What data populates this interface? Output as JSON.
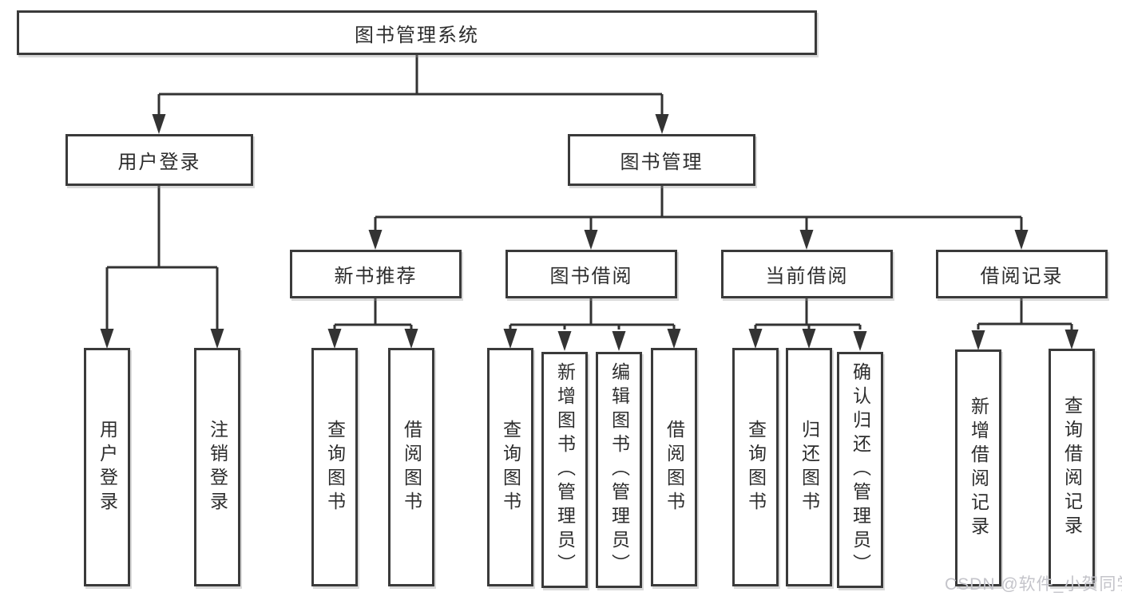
{
  "meta": {
    "type": "hierarchy-diagram",
    "language": "zh-CN"
  },
  "colors": {
    "line": "#333333",
    "box_border": "#3a3a3a",
    "box_fill": "#ffffff",
    "text": "#2d2d2d",
    "watermark": "#c4c4ca",
    "background": "#ffffff"
  },
  "nodes": {
    "root": "图书管理系统",
    "user_login": "用户登录",
    "book_management": "图书管理",
    "new_book_recommend": "新书推荐",
    "book_borrow": "图书借阅",
    "current_borrow": "当前借阅",
    "borrow_records": "借阅记录",
    "leaf_user_login": "用户登录",
    "leaf_logout": "注销登录",
    "leaf_query_book_recommend": "查询图书",
    "leaf_borrow_book_recommend": "借阅图书",
    "leaf_query_book_borrow": "查询图书",
    "leaf_add_book_admin": "新增图书（管理员）",
    "leaf_edit_book_admin": "编辑图书（管理员）",
    "leaf_borrow_book_borrow": "借阅图书",
    "leaf_query_book_current": "查询图书",
    "leaf_return_book": "归还图书",
    "leaf_confirm_return_admin": "确认归还（管理员）",
    "leaf_add_borrow_record": "新增借阅记录",
    "leaf_query_borrow_record": "查询借阅记录"
  },
  "watermark": "CSDN @软件_小贺同学"
}
